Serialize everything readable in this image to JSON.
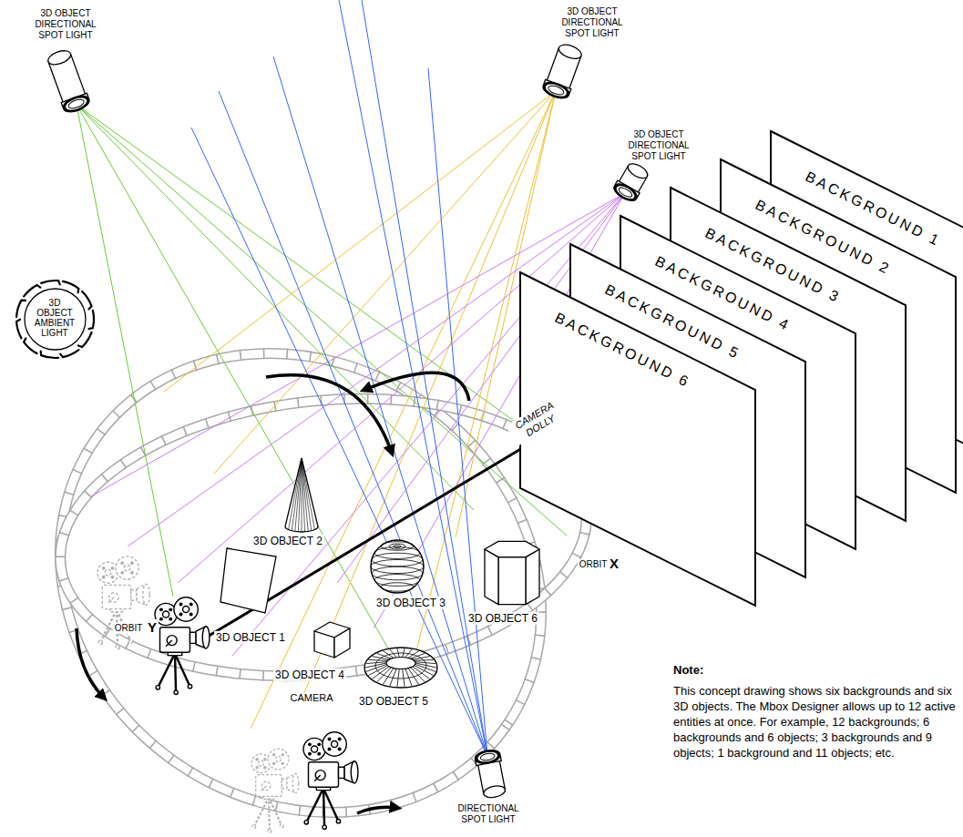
{
  "diagram": {
    "nodes": [
      {
        "text": [
          "BACKGROUND 1"
        ]
      },
      {
        "text": [
          "BACKGROUND 2"
        ]
      },
      {
        "text": [
          "BACKGROUND 3"
        ]
      },
      {
        "text": [
          "BACKGROUND 4"
        ]
      },
      {
        "text": [
          "BACKGROUND 5"
        ]
      },
      {
        "text": [
          "BACKGROUND 6"
        ]
      },
      {
        "text": [
          "3D OBJECT AMBIENT LIGHT"
        ]
      }
    ],
    "labels": [
      "3D OBJECT DIRECTIONAL SPOT LIGHT",
      "3D OBJECT DIRECTIONAL SPOT LIGHT",
      "3D OBJECT DIRECTIONAL SPOT LIGHT",
      "ORBIT",
      "Y",
      "CAMERA DOLLY",
      "3D OBJECT 2",
      "3D OBJECT 3",
      "ORBIT",
      "X",
      "3D OBJECT 6",
      "3D OBJECT 1",
      "3D OBJECT 4",
      "Note:",
      "CAMERA",
      "3D OBJECT 5",
      "This concept drawing shows six backgrounds and six 3D objects. The Mbox Designer allows up to 12 active entities at once. For example, 12 backgrounds; 6 backgrounds and 6 objects; 3 backgrounds and 9 objects; 1 background and 11 objects; etc.",
      "DIRECTIONAL SPOT LIGHT"
    ]
  }
}
